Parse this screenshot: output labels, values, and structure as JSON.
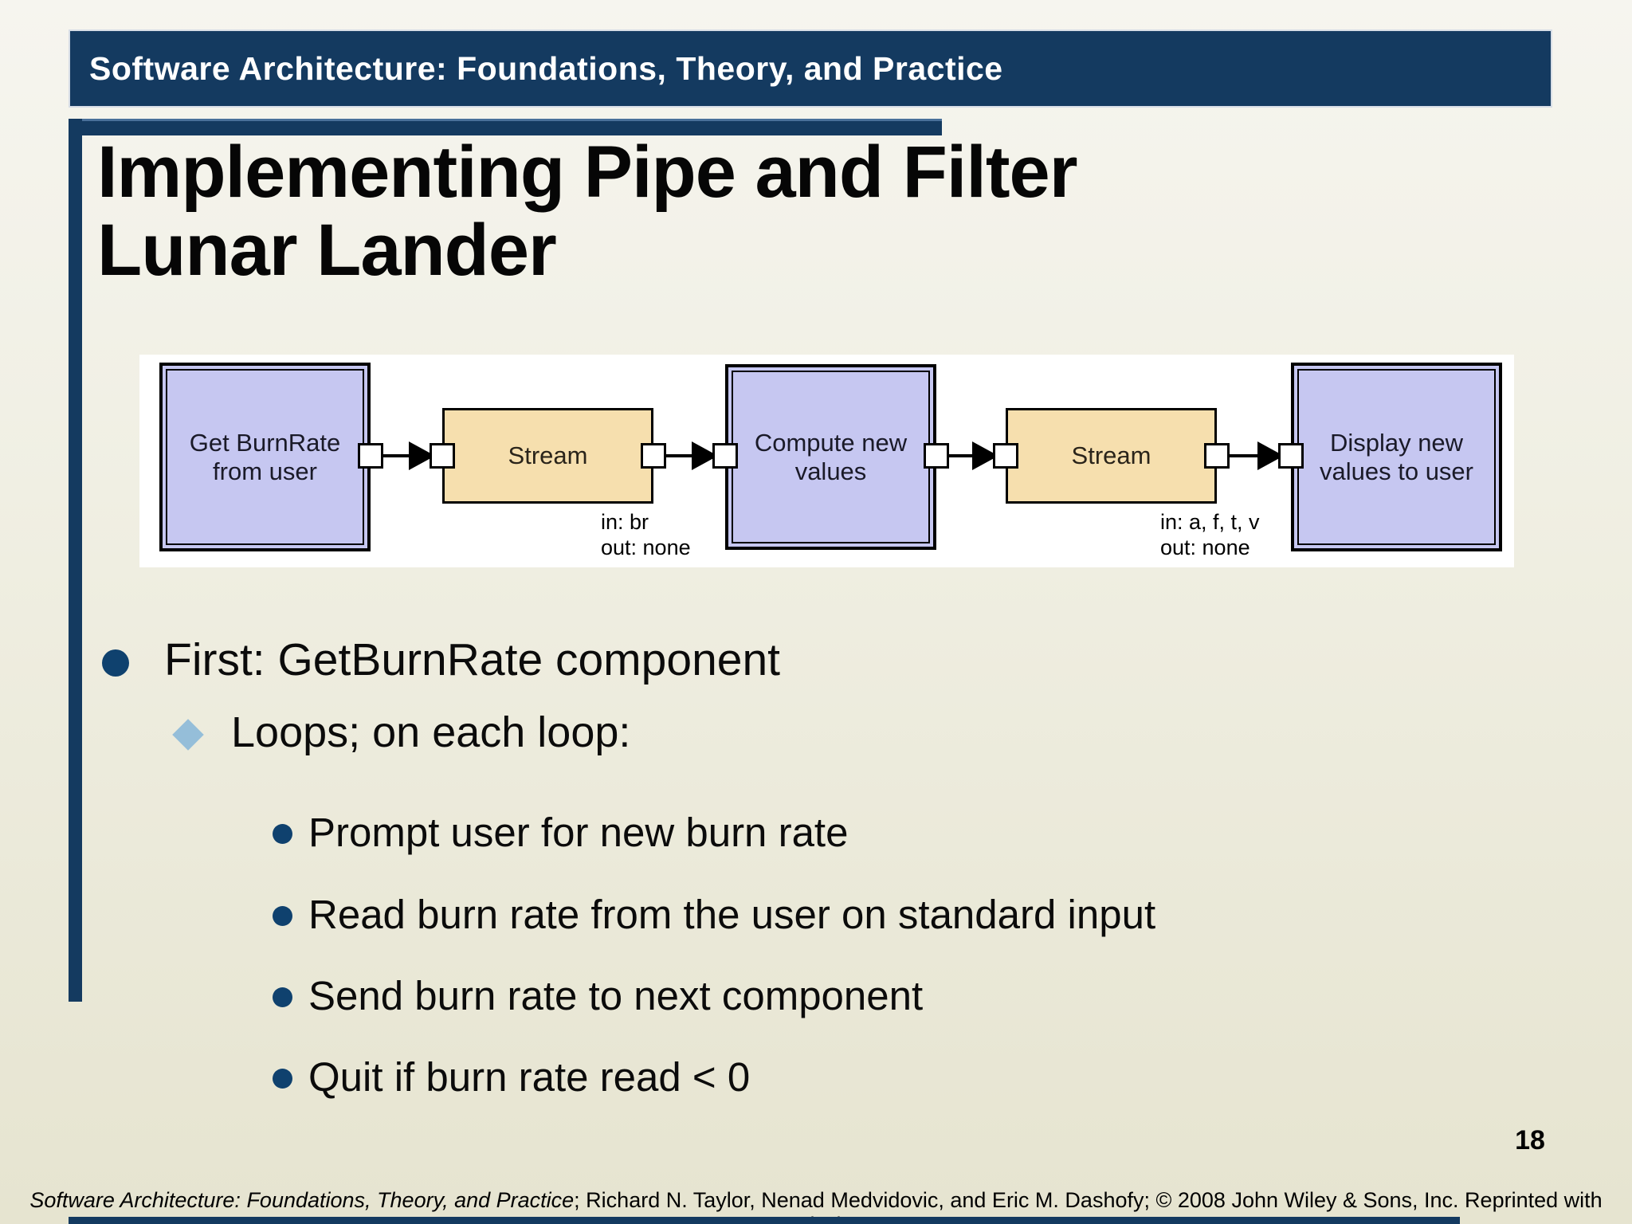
{
  "header": {
    "title": "Software Architecture: Foundations, Theory, and Practice"
  },
  "slide": {
    "title_lines": [
      "Implementing Pipe and Filter",
      "Lunar Lander"
    ],
    "page_number": "18",
    "footer": {
      "italic": "Software Architecture: Foundations, Theory, and Practice",
      "rest": "; Richard N. Taylor, Nenad Medvidovic, and Eric M. Dashofy; © 2008 John Wiley & Sons, Inc. Reprinted with permission."
    }
  },
  "diagram": {
    "nodes": [
      {
        "type": "component",
        "label": "Get BurnRate from user"
      },
      {
        "type": "connector",
        "label": "Stream",
        "sublabel_lines": [
          "in: br",
          "out: none"
        ]
      },
      {
        "type": "component",
        "label": "Compute new values"
      },
      {
        "type": "connector",
        "label": "Stream",
        "sublabel_lines": [
          "in: a, f, t, v",
          "out: none"
        ]
      },
      {
        "type": "component",
        "label": "Display new values to user"
      }
    ],
    "colors": {
      "component_fill": "#c6c7f1",
      "connector_fill": "#f6dfae",
      "port_fill": "#ffffff",
      "line": "#000000",
      "background": "#ffffff"
    }
  },
  "bullets": {
    "level1": "First: GetBurnRate component",
    "level2": "Loops; on each loop:",
    "level3": [
      "Prompt user for new burn rate",
      "Read burn rate from the user on standard input",
      "Send burn rate to next component",
      "Quit if burn rate read < 0"
    ]
  }
}
